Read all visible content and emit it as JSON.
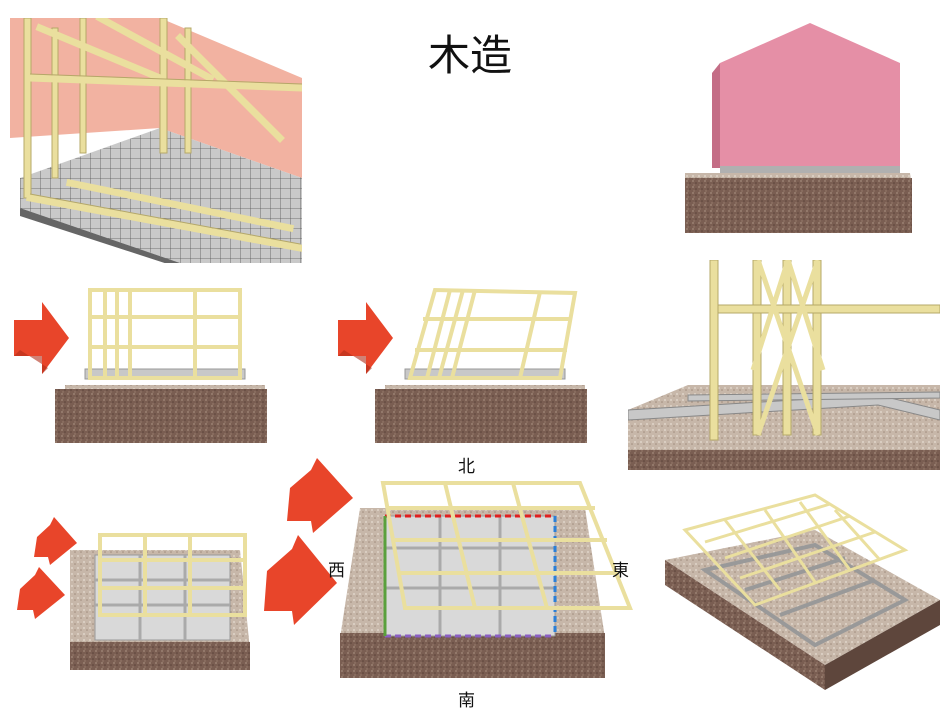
{
  "title": "木造",
  "directions": {
    "north": "北",
    "south": "南",
    "east": "東",
    "west": "西"
  },
  "colors": {
    "ground": "#7a5e52",
    "ground_dark": "#5e463c",
    "timber": "#eadf9e",
    "timber_edge": "#b5a868",
    "wall_pink": "#e58fa6",
    "arrow_red": "#e8452a",
    "sill_gray": "#9a9a9a"
  }
}
